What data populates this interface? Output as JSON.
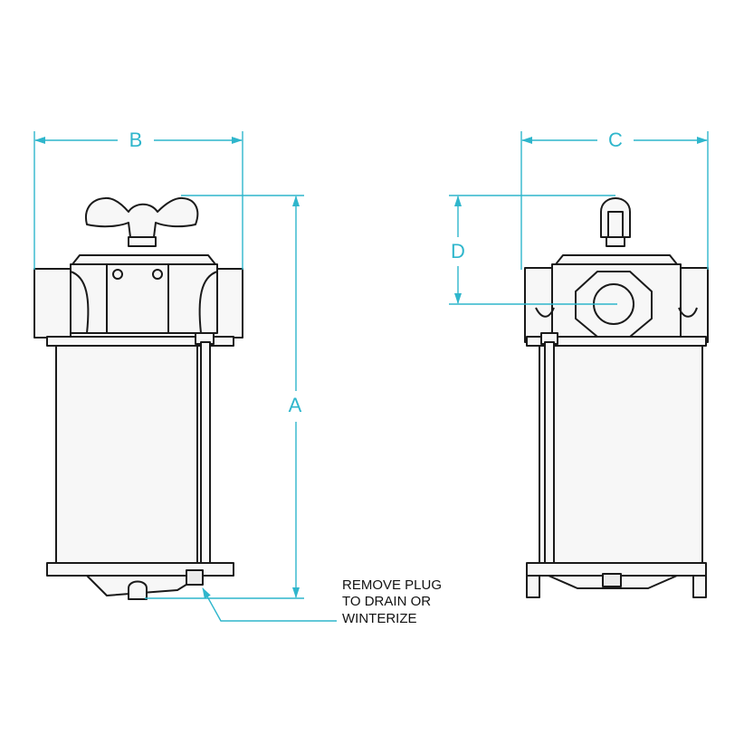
{
  "dimensions": {
    "a": "A",
    "b": "B",
    "c": "C",
    "d": "D"
  },
  "note": {
    "lines": [
      "REMOVE PLUG",
      "TO DRAIN OR",
      "WINTERIZE"
    ]
  },
  "colors": {
    "dimension": "#2fb6cc",
    "outline": "#1a1a1a",
    "part_fill": "#f7f7f7"
  }
}
